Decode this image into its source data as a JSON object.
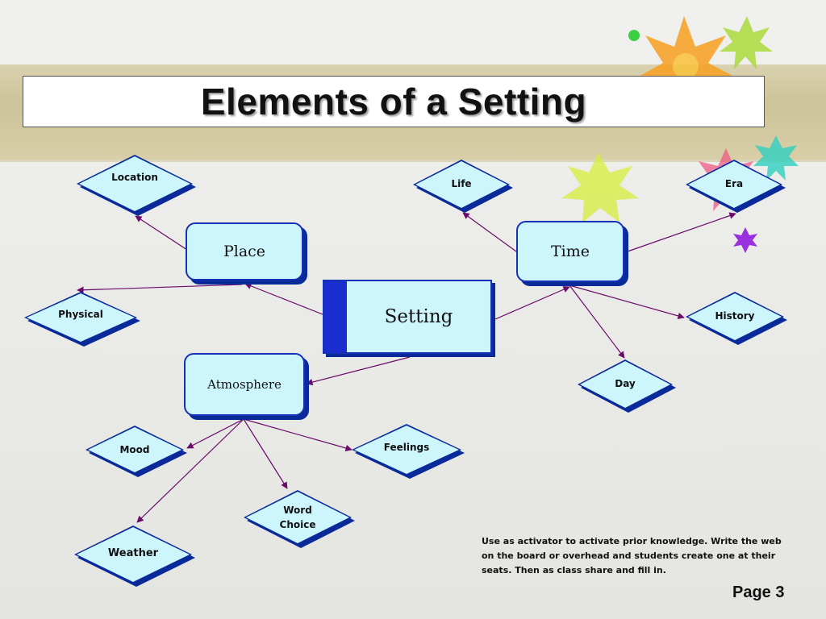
{
  "title": "Elements of a Setting",
  "center": "Setting",
  "hubs": {
    "place": "Place",
    "time": "Time",
    "atmosphere": "Atmosphere"
  },
  "diamonds": {
    "location": "Location",
    "physical": "Physical",
    "life": "Life",
    "era": "Era",
    "history": "History",
    "day": "Day",
    "mood": "Mood",
    "feelings": "Feelings",
    "word_choice_1": "Word",
    "word_choice_2": "Choice",
    "weather": "Weather"
  },
  "note": "Use as activator to activate prior knowledge.  Write the web on the board or overhead and students create one at their seats.  Then as class share and fill in.",
  "page_label": "Page 3",
  "colors": {
    "node_fill": "#ccf6fc",
    "node_border": "#0a2a9a",
    "arrow": "#6a0a6a"
  }
}
